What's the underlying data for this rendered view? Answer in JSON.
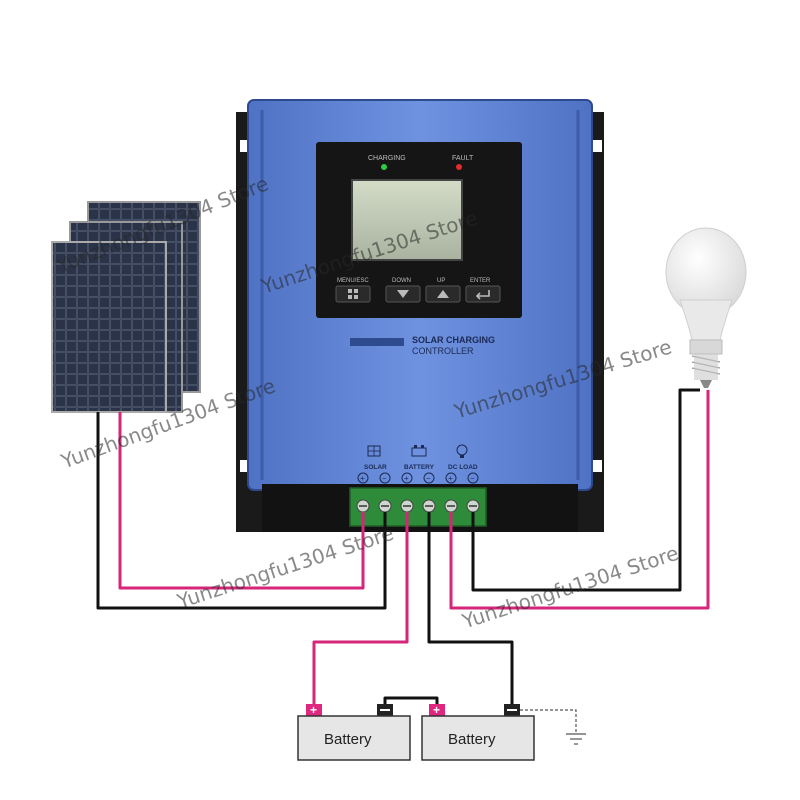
{
  "controller": {
    "indicators": {
      "charging": "CHARGING",
      "fault": "FAULT"
    },
    "buttons": {
      "menu": "MENU/ESC",
      "down": "DOWN",
      "up": "UP",
      "enter": "ENTER"
    },
    "title_line1": "SOLAR CHARGING",
    "title_line2": "CONTROLLER",
    "terminals": {
      "solar": "SOLAR",
      "battery": "BATTERY",
      "load": "DC LOAD"
    },
    "polarity": {
      "plus": "+",
      "minus": "−"
    }
  },
  "batteries": [
    {
      "label": "Battery"
    },
    {
      "label": "Battery"
    }
  ],
  "watermark": "Yunzhongfu1304 Store",
  "colors": {
    "housing": "#5b7fd0",
    "housing_dark": "#3b5aa8",
    "terminal_block": "#2e8b3a",
    "positive_wire": "#d6267a",
    "negative_wire": "#111111",
    "battery_fill": "#e6e6e6",
    "battery_plus": "#e0267f",
    "battery_minus": "#222222"
  },
  "icons": [
    "solar-panel-icon",
    "battery-icon",
    "bulb-icon",
    "ground-icon",
    "arrow-down-icon",
    "arrow-up-icon",
    "enter-icon",
    "menu-icon"
  ]
}
